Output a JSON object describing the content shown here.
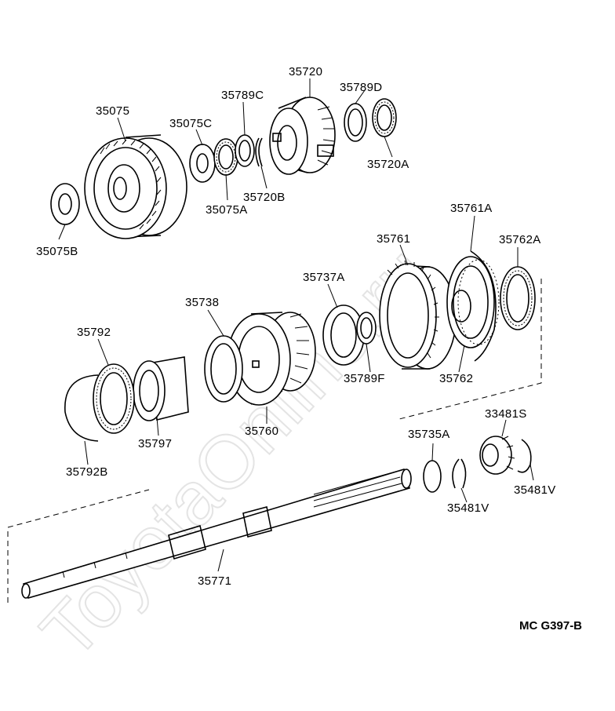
{
  "diagram": {
    "watermark": "ToyotaOnline.ru",
    "code": "MC G397-B",
    "parts": [
      {
        "id": "p35075",
        "label": "35075"
      },
      {
        "id": "p35075B",
        "label": "35075B"
      },
      {
        "id": "p35075C",
        "label": "35075C"
      },
      {
        "id": "p35075A",
        "label": "35075A"
      },
      {
        "id": "p35789C",
        "label": "35789C"
      },
      {
        "id": "p35720B",
        "label": "35720B"
      },
      {
        "id": "p35720",
        "label": "35720"
      },
      {
        "id": "p35789D",
        "label": "35789D"
      },
      {
        "id": "p35720A",
        "label": "35720A"
      },
      {
        "id": "p35761A",
        "label": "35761A"
      },
      {
        "id": "p35761",
        "label": "35761"
      },
      {
        "id": "p35762A",
        "label": "35762A"
      },
      {
        "id": "p35737A",
        "label": "35737A"
      },
      {
        "id": "p35738",
        "label": "35738"
      },
      {
        "id": "p35792",
        "label": "35792"
      },
      {
        "id": "p35789F",
        "label": "35789F"
      },
      {
        "id": "p35762",
        "label": "35762"
      },
      {
        "id": "p35797",
        "label": "35797"
      },
      {
        "id": "p35760",
        "label": "35760"
      },
      {
        "id": "p35792B",
        "label": "35792B"
      },
      {
        "id": "p33481S",
        "label": "33481S"
      },
      {
        "id": "p35735A",
        "label": "35735A"
      },
      {
        "id": "p35481V_a",
        "label": "35481V"
      },
      {
        "id": "p35481V_b",
        "label": "35481V"
      },
      {
        "id": "p35771",
        "label": "35771"
      }
    ]
  }
}
